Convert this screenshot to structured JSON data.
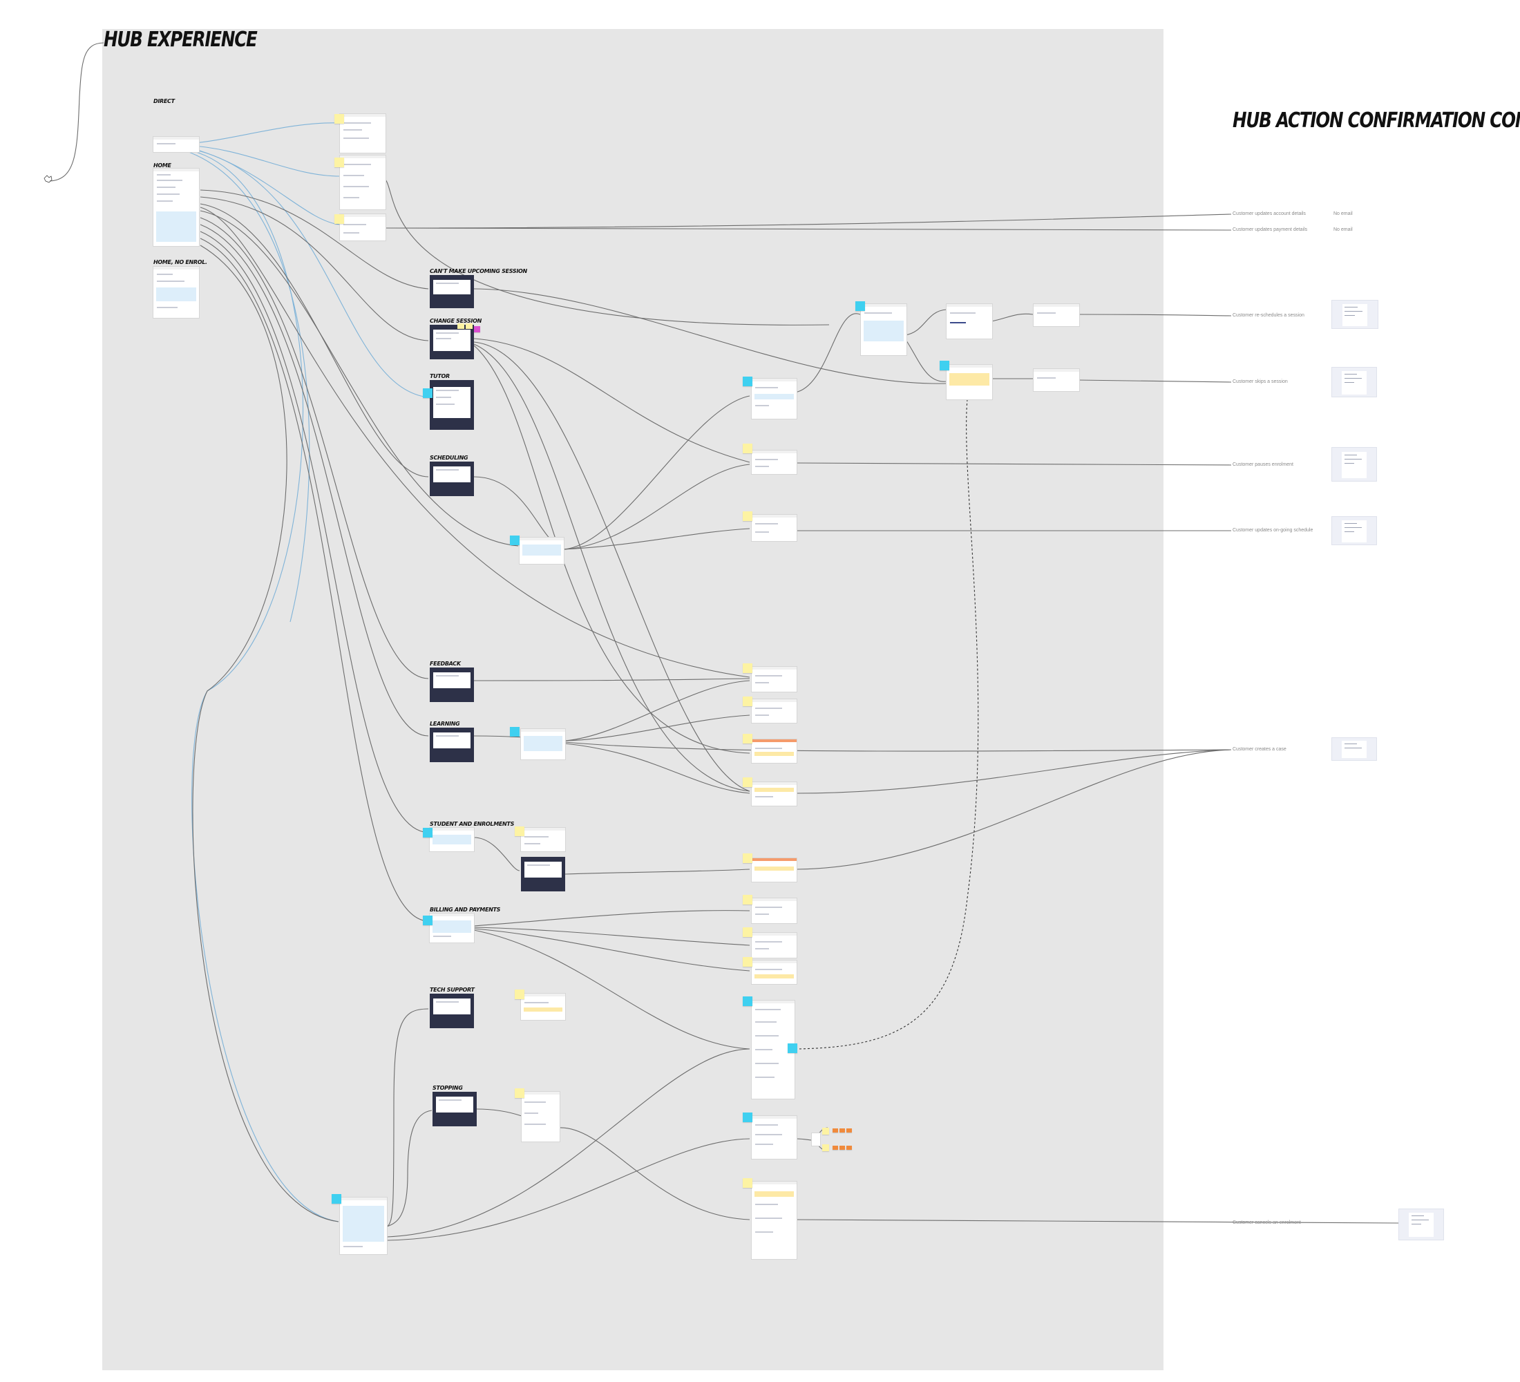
{
  "board": {
    "title_left": "HUB EXPERIENCE",
    "title_right": "HUB ACTION CONFIRMATION COMMS"
  },
  "sections": {
    "direct": "DIRECT",
    "home": "HOME",
    "home_no_enrol": "HOME, NO ENROL.",
    "cant_make": "CAN'T MAKE UPCOMING SESSION",
    "change_session": "CHANGE SESSION",
    "tutor": "TUTOR",
    "scheduling": "SCHEDULING",
    "feedback": "FEEDBACK",
    "learning": "LEARNING",
    "student_enrolments": "STUDENT AND ENROLMENTS",
    "billing": "BILLING AND PAYMENTS",
    "tech_support": "TECH SUPPORT",
    "stopping": "STOPPING"
  },
  "comms": [
    {
      "label": "Customer updates account details",
      "email": "No email"
    },
    {
      "label": "Customer updates payment details",
      "email": "No email"
    },
    {
      "label": "Customer re-schedules a session",
      "email": ""
    },
    {
      "label": "Customer skips a session",
      "email": ""
    },
    {
      "label": "Customer pauses enrolment",
      "email": ""
    },
    {
      "label": "Customer updates on-going schedule",
      "email": ""
    },
    {
      "label": "Customer creates a case",
      "email": ""
    },
    {
      "label": "Customer cancels an enrolment",
      "email": ""
    }
  ],
  "colors": {
    "canvas": "#e6e6e6",
    "dark_screen": "#2d3148",
    "sticky_yellow": "#fdf3a3",
    "sticky_blue": "#3fd0f0",
    "connector": "#5a5a5a",
    "connector_blue": "#7fb3d8"
  }
}
